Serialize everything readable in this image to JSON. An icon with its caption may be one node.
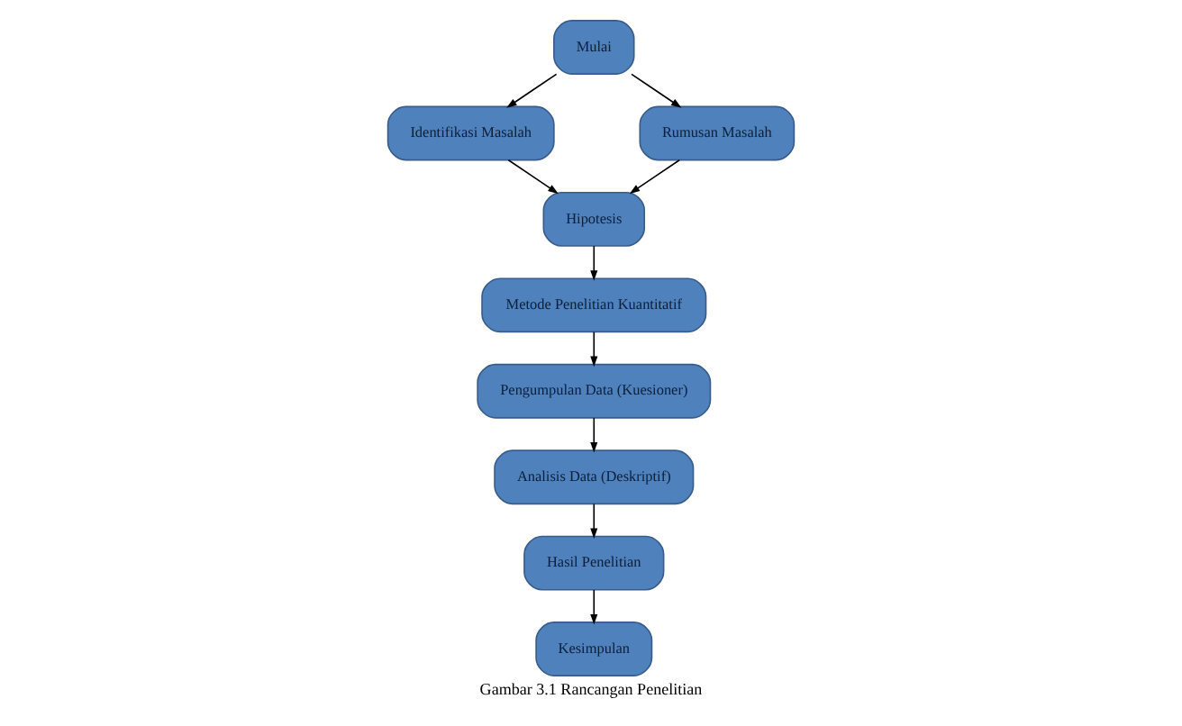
{
  "diagram": {
    "caption": "Gambar 3.1 Rancangan Penelitian",
    "nodes": [
      {
        "text": [
          "Mulai"
        ]
      },
      {
        "text": [
          "Identifikasi Masalah"
        ]
      },
      {
        "text": [
          "Rumusan Masalah"
        ]
      },
      {
        "text": [
          "Hipotesis"
        ]
      },
      {
        "text": [
          "Metode Penelitian Kuantitatif"
        ]
      },
      {
        "text": [
          "Pengumpulan Data (Kuesioner)"
        ]
      },
      {
        "text": [
          "Analisis Data (Deskriptif)"
        ]
      },
      {
        "text": [
          "Hasil Penelitian"
        ]
      },
      {
        "text": [
          "Kesimpulan"
        ]
      }
    ],
    "edges": [
      {
        "from": 0,
        "to": 1,
        "arrow": "to"
      },
      {
        "from": 0,
        "to": 2,
        "arrow": "to"
      },
      {
        "from": 1,
        "to": 3,
        "arrow": "to"
      },
      {
        "from": 2,
        "to": 3,
        "arrow": "to"
      },
      {
        "from": 3,
        "to": 4,
        "arrow": "to"
      },
      {
        "from": 4,
        "to": 5,
        "arrow": "to"
      },
      {
        "from": 5,
        "to": 6,
        "arrow": "to"
      },
      {
        "from": 6,
        "to": 7,
        "arrow": "to"
      },
      {
        "from": 7,
        "to": 8,
        "arrow": "to"
      }
    ]
  }
}
